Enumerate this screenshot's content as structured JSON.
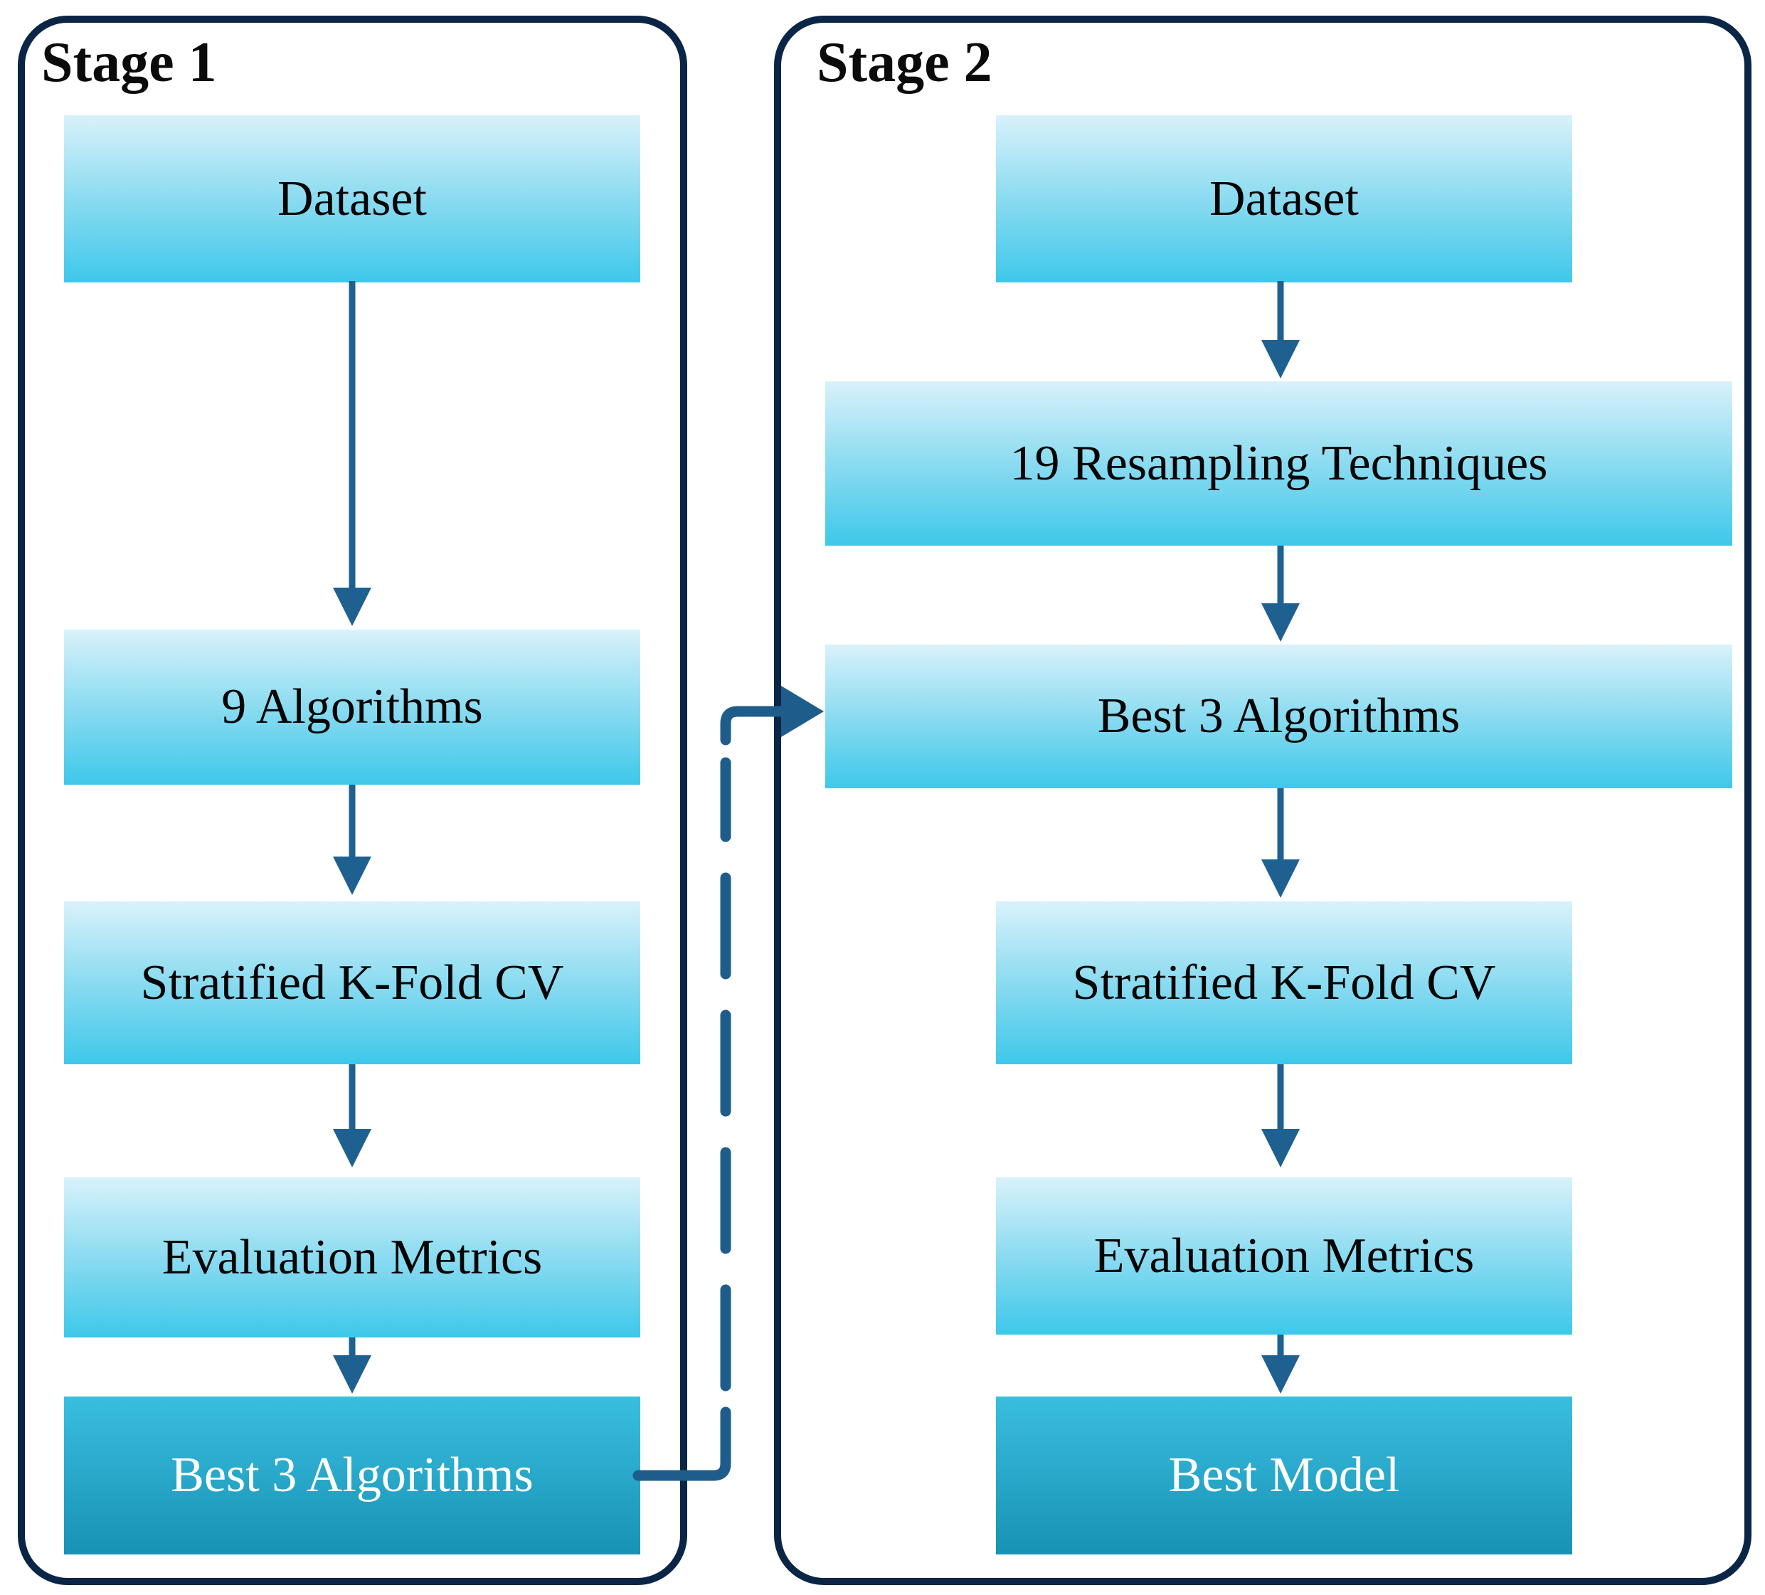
{
  "title": "Two-stage model selection flow diagram",
  "stages": [
    {
      "label": "Stage 1",
      "boxes": [
        {
          "label": "Dataset"
        },
        {
          "label": "9 Algorithms"
        },
        {
          "label": "Stratified K-Fold CV"
        },
        {
          "label": "Evaluation Metrics"
        },
        {
          "label": "Best 3 Algorithms"
        }
      ]
    },
    {
      "label": "Stage 2",
      "boxes": [
        {
          "label": "Dataset"
        },
        {
          "label": "19 Resampling Techniques"
        },
        {
          "label": "Best 3 Algorithms"
        },
        {
          "label": "Stratified K-Fold CV"
        },
        {
          "label": "Evaluation Metrics"
        },
        {
          "label": "Best Model"
        }
      ]
    }
  ],
  "connector": {
    "from": "Stage 1 / Best 3 Algorithms",
    "to": "Stage 2 / Best 3 Algorithms",
    "style": "dashed-elbow-arrow"
  },
  "colors": {
    "panel_border": "#0a2545",
    "arrow": "#1e6190",
    "connector": "#1e5c8b",
    "box_gradient_top": "#d9f2fb",
    "box_gradient_bottom": "#3ec8ea",
    "final_box_gradient_top": "#3abee0",
    "final_box_gradient_bottom": "#1792b4",
    "box_text": "#000000",
    "final_box_text": "#ffffff"
  }
}
